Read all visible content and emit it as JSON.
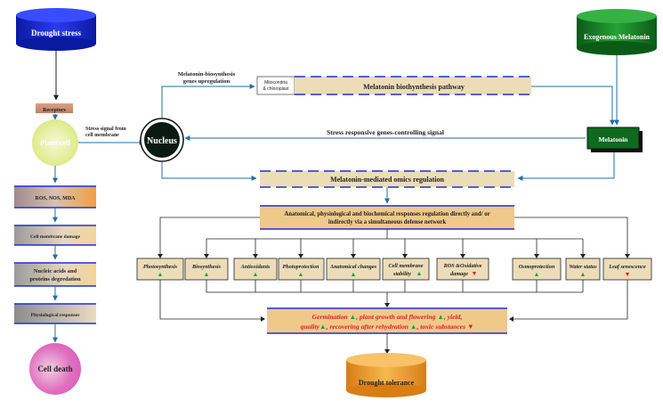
{
  "left_column": {
    "drought_stress": "Drought stress",
    "receptors": "Receptors",
    "plant_cell": "Plant cell",
    "stress_signal_line1": "Stress signal from",
    "stress_signal_line2": "cell membrane",
    "ros": "ROS, NOS, MDA",
    "membrane_damage": "Cell membrane damage",
    "nucleic_line1": "Nucleic acids and",
    "nucleic_line2": "proteins degredation",
    "physiological": "Physiological responses",
    "cell_death": "Cell death"
  },
  "top": {
    "exogenous_melatonin": "Exogenous Melatonin",
    "biosynthesis_genes_line1": "Melatonin-biosynthesis",
    "biosynthesis_genes_line2": "genes upregulation",
    "mito_line1": "Mitocondria",
    "mito_line2": "& chloroplast",
    "pathway": "Melatonin biothynthesis pathway",
    "nucleus": "Nucleus",
    "controlling_signal": "Stress responsive genes-controlling signal",
    "melatonin": "Melatonin",
    "omics": "Melatonin-mediated omics regulation"
  },
  "anatomical": {
    "line1": "Anatomical, physiological and biochemical responses regulation directly and/ or",
    "line2": "indirectly via a simultaneous defense network"
  },
  "responses": [
    {
      "label": "Photosynthesis",
      "direction": "up"
    },
    {
      "label": "Biosynthesis",
      "direction": "up"
    },
    {
      "label": "Antioxidants",
      "direction": "up"
    },
    {
      "label": "Photoprotection",
      "direction": "up"
    },
    {
      "label": "Anatomical changes",
      "direction": "up"
    },
    {
      "label_line1": "Cell membrane",
      "label_line2": "stability",
      "direction": "up"
    },
    {
      "label_line1": "ROS &Oxidative",
      "label_line2": "damage",
      "direction": "down"
    },
    {
      "label": "Osmoprotection",
      "direction": "up"
    },
    {
      "label": "Water status",
      "direction": "up"
    },
    {
      "label": "Leaf senescence",
      "direction": "down"
    }
  ],
  "outcome": {
    "line1_a": "Germination",
    "line1_b": "plant growth and flowering",
    "line1_c": "yield,",
    "line2_a": "quality",
    "line2_b": "recovering after rehydration",
    "line2_c": "toxic substances"
  },
  "drought_tolerance": "Drought tolerance",
  "glyphs": {
    "up": "▲",
    "down": "▼",
    "sep": ","
  },
  "colors": {
    "blue_cylinder": "#1f2fd8",
    "green_cylinder": "#1e8a2a",
    "orange_cylinder": "#f2a33a",
    "arrow_blue": "#1f6fa8",
    "box_tan": "#ecdcb8",
    "up_green": "#1aa33a",
    "down_red": "#e0201c",
    "outcome_red": "#e01c1c"
  }
}
